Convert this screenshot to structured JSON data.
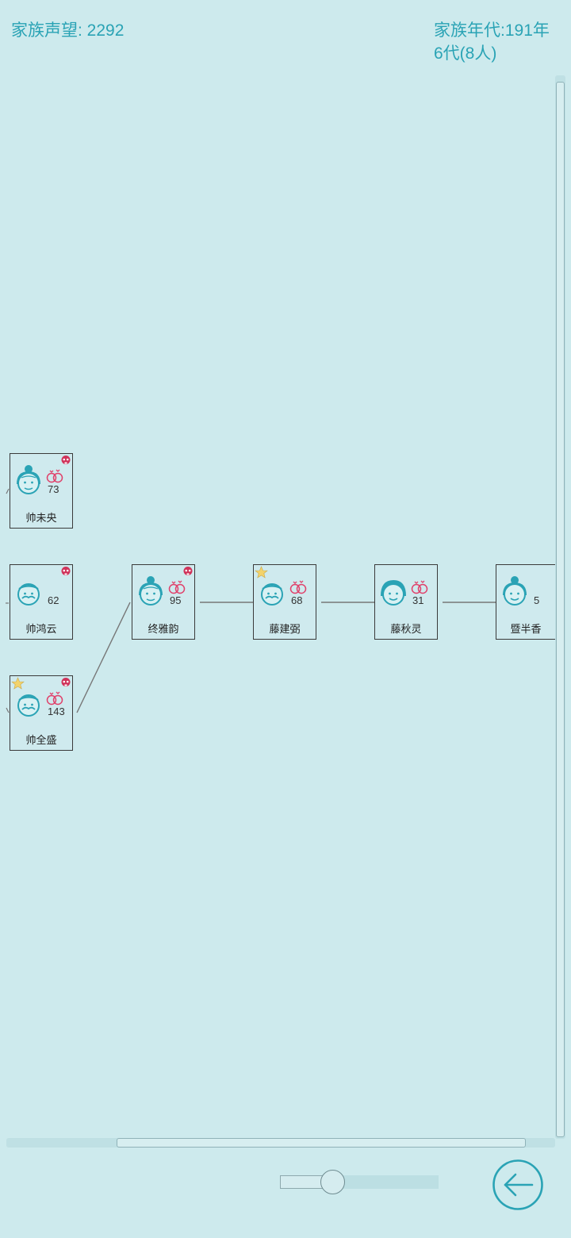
{
  "header": {
    "reputation": "家族声望: 2292",
    "era_line1": "家族年代:191年",
    "era_line2": "6代(8人)"
  },
  "colors": {
    "accent": "#2aa3b5",
    "background": "#cdeaed",
    "ring": "#e0406a",
    "skull": "#d0335a",
    "star": "#f3d36b"
  },
  "members": [
    {
      "name": "帅未央",
      "age": "73",
      "face": "elder-female-icon",
      "married": true,
      "deceased": true,
      "star": false
    },
    {
      "name": "帅鸿云",
      "age": "62",
      "face": "elder-male-icon",
      "married": false,
      "deceased": true,
      "star": false
    },
    {
      "name": "帅全盛",
      "age": "143",
      "face": "elder-male-icon",
      "married": true,
      "deceased": true,
      "star": true
    },
    {
      "name": "终雅韵",
      "age": "95",
      "face": "elder-female-icon",
      "married": true,
      "deceased": true,
      "star": false
    },
    {
      "name": "藤建弼",
      "age": "68",
      "face": "elder-male-icon",
      "married": true,
      "deceased": false,
      "star": true
    },
    {
      "name": "藤秋灵",
      "age": "31",
      "face": "young-female-icon",
      "married": true,
      "deceased": false,
      "star": false
    },
    {
      "name": "暨半香",
      "age": "5",
      "face": "girl-icon",
      "married": false,
      "deceased": false,
      "star": false
    }
  ],
  "controls": {
    "zoom_level": 0.33,
    "back_icon": "back-arrow-icon"
  }
}
